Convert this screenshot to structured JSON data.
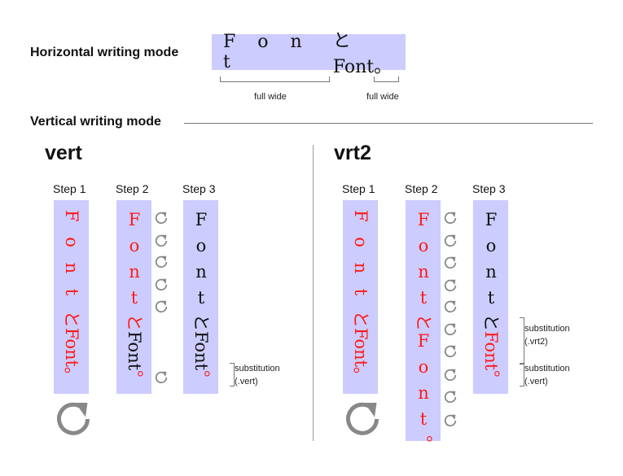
{
  "horizontal": {
    "label": "Horizontal writing mode",
    "text_fullwide": "F o n t ",
    "text_rest": "とFont。",
    "brackets": [
      "full wide",
      "full wide"
    ]
  },
  "vertical": {
    "label": "Vertical writing mode"
  },
  "colors": {
    "box": "#ccccff",
    "red": "#ff1a1a",
    "black": "#111111",
    "arrow": "#888888"
  },
  "panels": [
    {
      "title": "vert",
      "steps": [
        {
          "label": "Step 1",
          "runs": [
            {
              "t": "F o n t ",
              "c": "red",
              "o": "sw"
            },
            {
              "t": "とFont。",
              "c": "red",
              "o": "sw"
            }
          ]
        },
        {
          "label": "Step 2",
          "runs": [
            {
              "t": "Font",
              "c": "red",
              "o": "up"
            },
            {
              "t": "と",
              "c": "red",
              "o": "sw"
            },
            {
              "t": "Font",
              "c": "black",
              "o": "sw"
            },
            {
              "t": "。",
              "c": "red",
              "o": "up"
            }
          ]
        },
        {
          "label": "Step 3",
          "runs": [
            {
              "t": "Font",
              "c": "black",
              "o": "up"
            },
            {
              "t": "と",
              "c": "black",
              "o": "sw"
            },
            {
              "t": "Font",
              "c": "black",
              "o": "sw"
            },
            {
              "t": "。",
              "c": "red",
              "o": "up"
            }
          ]
        }
      ],
      "notes": [
        "substitution",
        "(.vert)"
      ]
    },
    {
      "title": "vrt2",
      "steps": [
        {
          "label": "Step 1",
          "runs": [
            {
              "t": "F o n t ",
              "c": "red",
              "o": "sw"
            },
            {
              "t": "とFont。",
              "c": "red",
              "o": "sw"
            }
          ]
        },
        {
          "label": "Step 2",
          "runs": [
            {
              "t": "Font",
              "c": "red",
              "o": "up"
            },
            {
              "t": "と",
              "c": "red",
              "o": "sw"
            },
            {
              "t": "Font",
              "c": "red",
              "o": "up"
            },
            {
              "t": "。",
              "c": "red",
              "o": "up"
            }
          ]
        },
        {
          "label": "Step 3",
          "runs": [
            {
              "t": "Font",
              "c": "black",
              "o": "up"
            },
            {
              "t": "と",
              "c": "black",
              "o": "sw"
            },
            {
              "t": "Font",
              "c": "red",
              "o": "sw"
            },
            {
              "t": "。",
              "c": "red",
              "o": "up"
            }
          ]
        }
      ],
      "notes": [
        "substitution",
        "(.vrt2)",
        "substitution",
        "(.vert)"
      ]
    }
  ]
}
